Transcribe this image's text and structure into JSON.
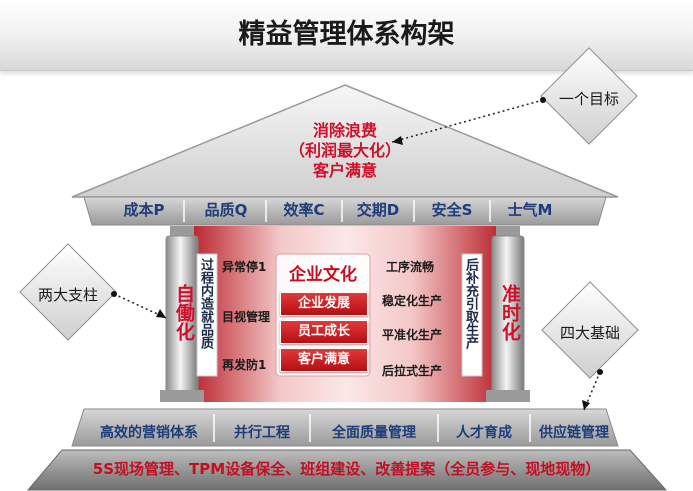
{
  "title": "精益管理体系构架",
  "roof": {
    "line1": "消除浪费",
    "line2": "（利润最大化）",
    "line3": "客户满意"
  },
  "metrics": [
    "成本P",
    "品质Q",
    "效率C",
    "交期D",
    "安全S",
    "士气M"
  ],
  "callouts": {
    "goal": "一个目标",
    "pillars": "两大支柱",
    "foundations": "四大基础"
  },
  "pillars": {
    "left": "自働化",
    "right": "准时化"
  },
  "left_panel": {
    "vertical": "过程内造就品质",
    "items": [
      "异常停1",
      "目视管理",
      "再发防1"
    ]
  },
  "right_panel": {
    "vertical": "后补充引取生产",
    "items": [
      "工序流畅",
      "稳定化生产",
      "平准化生产",
      "后拉式生产"
    ]
  },
  "center": {
    "title": "企业文化",
    "items": [
      "企业发展",
      "员工成长",
      "客户满意"
    ]
  },
  "foundation_items": [
    "高效的营销体系",
    "并行工程",
    "全面质量管理",
    "人才育成",
    "供应链管理"
  ],
  "base_text": "5S现场管理、TPM设备保全、班组建设、改善提案（全员参与、现地现物）",
  "colors": {
    "accent_red": "#d0102a",
    "navy": "#1e3c7a"
  }
}
